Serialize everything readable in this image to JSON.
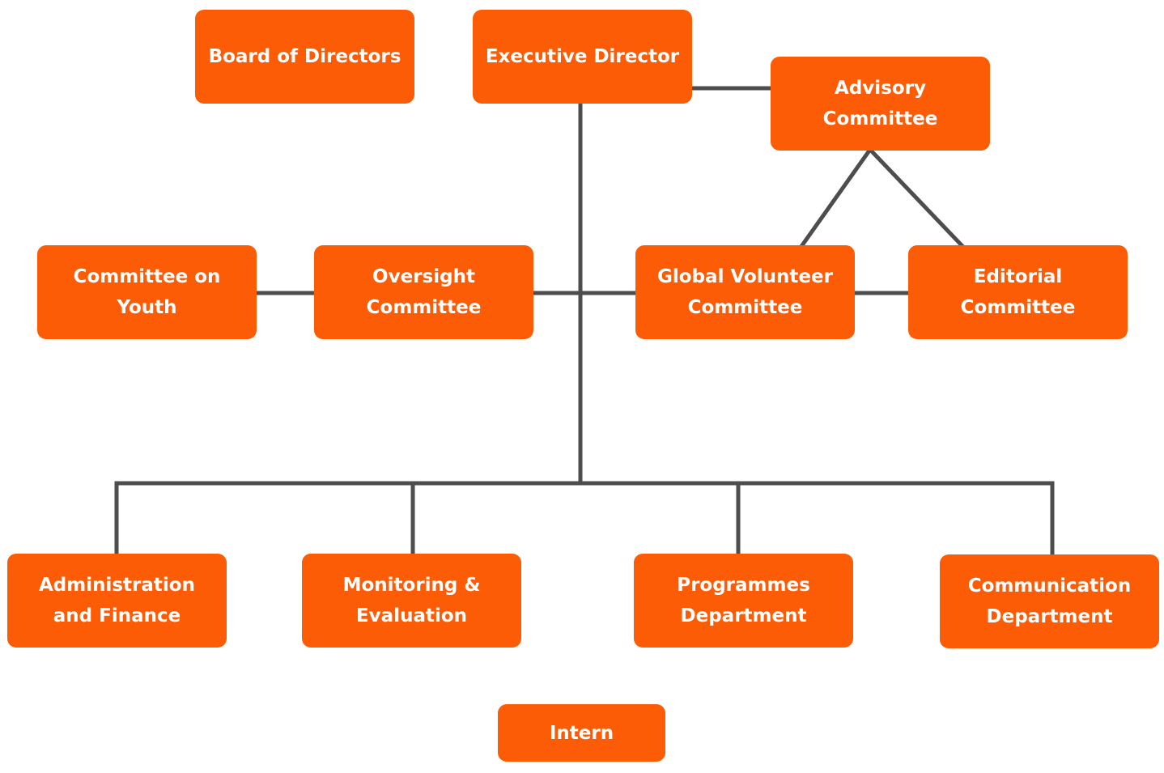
{
  "nodes": {
    "board": "Board of Directors",
    "executive": "Executive Director",
    "advisory": "Advisory Committee",
    "youth": "Committee on Youth",
    "oversight": "Oversight Committee",
    "global_volunteer": "Global Volunteer Committee",
    "editorial": "Editorial Committee",
    "admin_finance": "Administration and Finance",
    "monitoring": "Monitoring & Evaluation",
    "programmes": "Programmes Department",
    "communication": "Communication Department",
    "intern": "Intern"
  },
  "colors": {
    "box_fill": "#fc5c05",
    "box_text": "#ffffff",
    "connector": "#4d4d4d"
  }
}
